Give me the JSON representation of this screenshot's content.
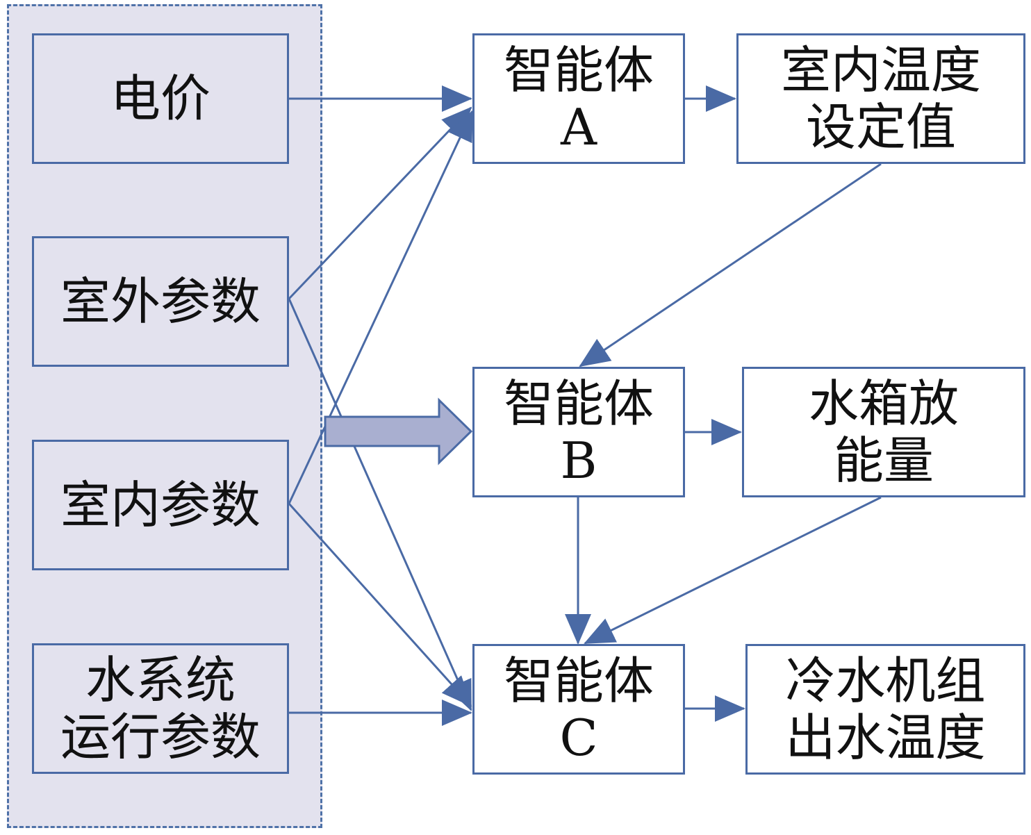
{
  "colors": {
    "edge": "#4a6aa5",
    "input_fill": "#e3e2ee",
    "box_border": "#4a6aa5",
    "big_arrow_fill": "#a9afd0"
  },
  "inputs": {
    "price": {
      "line1": "电价"
    },
    "outdoor": {
      "line1": "室外参数"
    },
    "indoor": {
      "line1": "室内参数"
    },
    "water": {
      "line1": "水系统",
      "line2": "运行参数"
    }
  },
  "agents": {
    "a": {
      "line1": "智能体",
      "line2": "A"
    },
    "b": {
      "line1": "智能体",
      "line2": "B"
    },
    "c": {
      "line1": "智能体",
      "line2": "C"
    }
  },
  "outputs": {
    "a": {
      "line1": "室内温度",
      "line2": "设定值"
    },
    "b": {
      "line1": "水箱放",
      "line2": "能量"
    },
    "c": {
      "line1": "冷水机组",
      "line2": "出水温度"
    }
  }
}
